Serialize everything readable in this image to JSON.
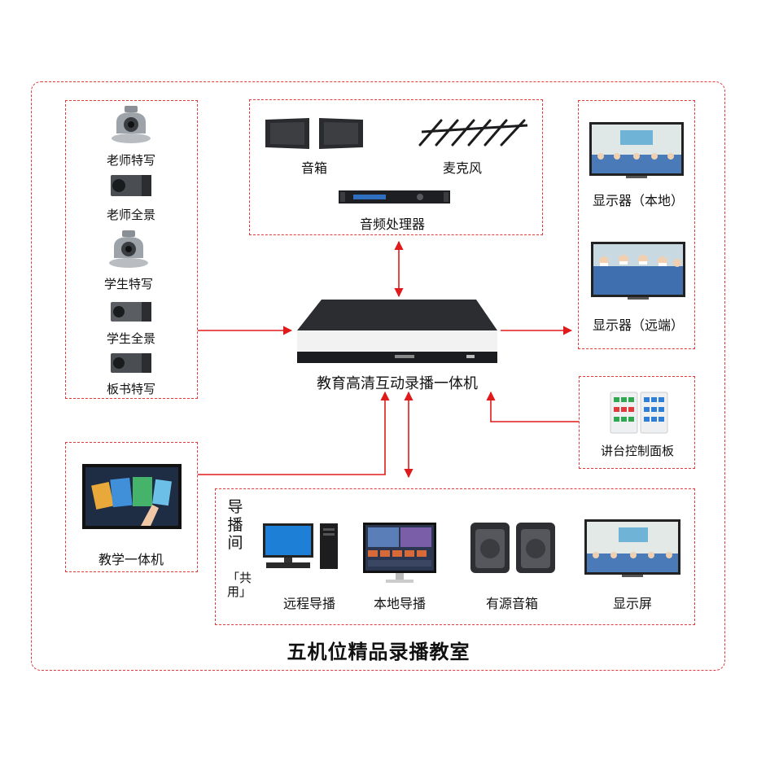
{
  "title": "五机位精品录播教室",
  "center_device": "教育高清互动录播一体机",
  "cameras": {
    "teacher_closeup": "老师特写",
    "teacher_panorama": "老师全景",
    "student_closeup": "学生特写",
    "student_panorama": "学生全景",
    "board_closeup": "板书特写"
  },
  "audio": {
    "speaker": "音箱",
    "microphone": "麦克风",
    "processor": "音频处理器"
  },
  "displays": {
    "local": "显示器（本地）",
    "remote": "显示器（远端）"
  },
  "podium_panel": "讲台控制面板",
  "teaching_machine": "教学一体机",
  "director_room": {
    "title": "导播间",
    "subtitle": "「共用」",
    "remote_director": "远程导播",
    "local_director": "本地导播",
    "active_speaker": "有源音箱",
    "display_screen": "显示屏"
  },
  "colors": {
    "dashed_border": "#e23a3a",
    "arrow": "#e01a1a"
  }
}
